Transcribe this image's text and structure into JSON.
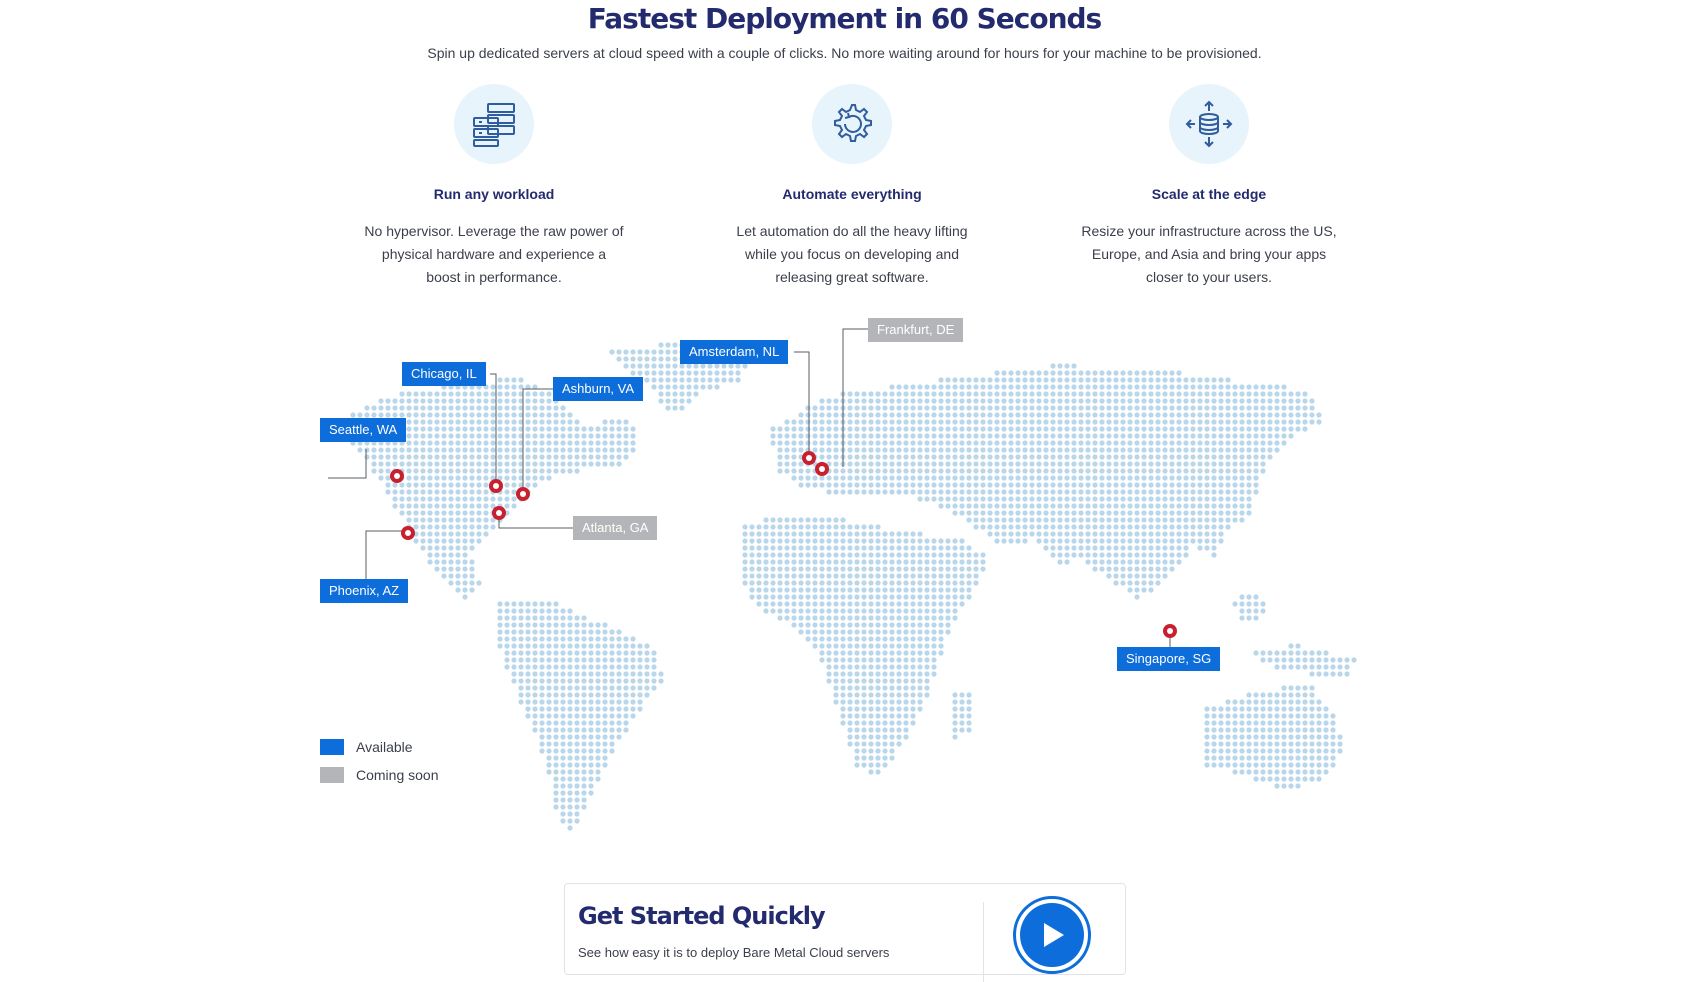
{
  "header": {
    "title": "Fastest Deployment in 60 Seconds",
    "subtitle": "Spin up dedicated servers at cloud speed with a couple of clicks. No more waiting around for hours for your machine to be provisioned."
  },
  "features": [
    {
      "icon": "server-stack-icon",
      "title": "Run any workload",
      "description": "No hypervisor. Leverage the raw power of physical hardware and experience a boost in performance."
    },
    {
      "icon": "gear-refresh-icon",
      "title": "Automate everything",
      "description": "Let automation do all the heavy lifting while you focus on developing and releasing great software."
    },
    {
      "icon": "database-arrows-icon",
      "title": "Scale at the edge",
      "description": "Resize your infrastructure across the US, Europe, and Asia and bring your apps closer to your users."
    }
  ],
  "map": {
    "locations": [
      {
        "name": "Seattle, WA",
        "status": "available"
      },
      {
        "name": "Chicago, IL",
        "status": "available"
      },
      {
        "name": "Ashburn, VA",
        "status": "available"
      },
      {
        "name": "Atlanta, GA",
        "status": "coming_soon"
      },
      {
        "name": "Phoenix, AZ",
        "status": "available"
      },
      {
        "name": "Amsterdam, NL",
        "status": "available"
      },
      {
        "name": "Frankfurt, DE",
        "status": "coming_soon"
      },
      {
        "name": "Singapore, SG",
        "status": "available"
      }
    ],
    "legend": {
      "available": "Available",
      "coming_soon": "Coming soon"
    }
  },
  "colors": {
    "available": "#0d6ddb",
    "coming_soon": "#b3b5b8",
    "marker": "#c8202f",
    "dots": "#b9d6ea",
    "title": "#232b6e"
  },
  "get_started": {
    "title": "Get Started Quickly",
    "description": "See how easy it is to deploy Bare Metal Cloud servers",
    "play_icon": "play-icon"
  }
}
